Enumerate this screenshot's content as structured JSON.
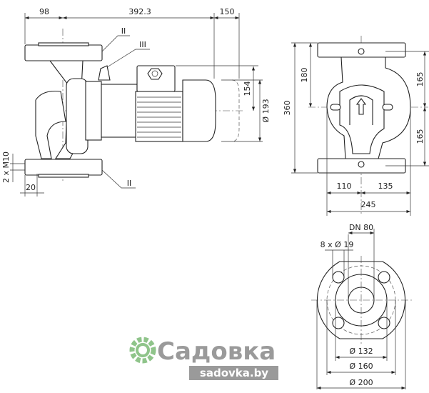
{
  "side_view": {
    "dims": {
      "flange_offset": "98",
      "length": "392.3",
      "motor_clearance": "150",
      "height_to_top": "154",
      "motor_diameter": "Ø 193",
      "bolts": "2 x M10",
      "bolt_offset": "20"
    },
    "callouts": {
      "top_flange": "II",
      "vent": "III",
      "bottom_flange": "II"
    }
  },
  "front_view": {
    "dims": {
      "total_height": "360",
      "upper_height": "180",
      "upper_half": "165",
      "lower_half": "165",
      "left_width": "110",
      "right_width": "135",
      "total_width": "245"
    }
  },
  "flange_view": {
    "dims": {
      "nominal": "DN 80",
      "holes": "8 x Ø 19",
      "bore_circle": "Ø 132",
      "bolt_circle": "Ø 160",
      "outer": "Ø 200"
    }
  },
  "watermark": {
    "brand": "Садовка",
    "site": "sadovka.by",
    "color": "#8fc48a"
  }
}
